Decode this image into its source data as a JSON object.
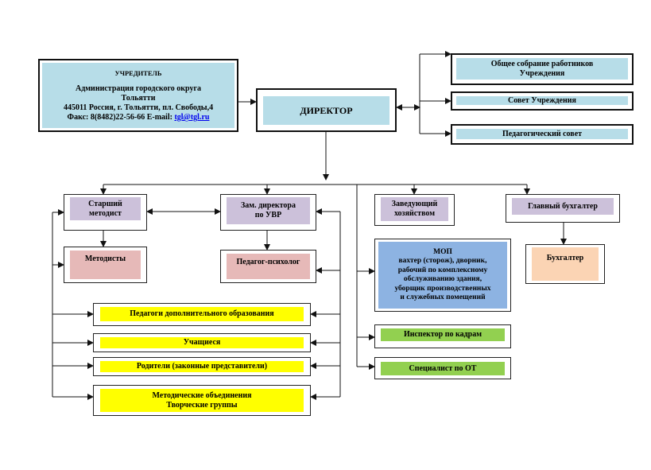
{
  "founder": {
    "heading": "УЧРЕДИТЕЛЬ",
    "line1": "Администрация городского округа",
    "line2": "Тольятти",
    "line3": "445011 Россия, г. Тольятти, пл. Свободы,4",
    "fax": "Факс: 8(8482)22-56-66 E-mail:",
    "email": "tgl@tgl.ru"
  },
  "director": "ДИРЕКТОР",
  "councils": {
    "general_meeting_1": "Общее собрание работников",
    "general_meeting_2": "Учреждения",
    "board": "Совет Учреждения",
    "pedagogical": "Педагогический совет"
  },
  "units": {
    "senior_methodist_1": "Старший",
    "senior_methodist_2": "методист",
    "deputy_1": "Зам. директора",
    "deputy_2": "по УВР",
    "household_1": "Заведующий",
    "household_2": "хозяйством",
    "chief_accountant": "Главный бухгалтер",
    "methodists": "Методисты",
    "psychologist": "Педагог-психолог",
    "mop_title": "МОП",
    "mop_1": "вахтер (сторож), дворник,",
    "mop_2": "рабочий по комплексному",
    "mop_3": "обслуживанию здания,",
    "mop_4": "уборщик производственных",
    "mop_5": "и служебных помещений",
    "accountant": "Бухгалтер",
    "hr_inspector": "Инспектор по кадрам",
    "ot_specialist": "Специалист по ОТ"
  },
  "groups": {
    "additional_teachers": "Педагоги дополнительного образования",
    "students": "Учащиеся",
    "parents": "Родители (законные представители)",
    "method_1": "Методические объединения",
    "method_2": "Творческие группы"
  }
}
